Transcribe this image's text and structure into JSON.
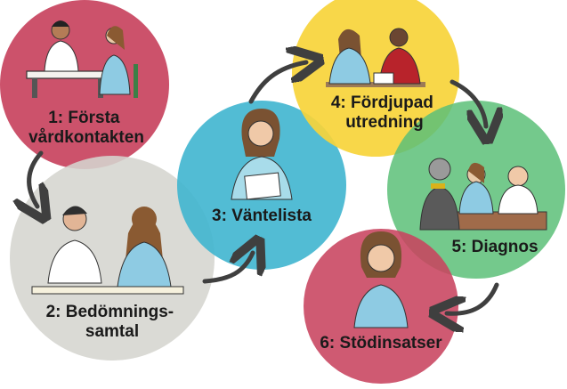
{
  "steps": [
    {
      "label_lines": [
        "1: Första",
        "vårdkontakten"
      ],
      "color": "#c8435e"
    },
    {
      "label_lines": [
        "2: Bedömnings-",
        "samtal"
      ],
      "color": "#d5d5cf"
    },
    {
      "label_lines": [
        "3: Väntelista"
      ],
      "color": "#3fb5cf"
    },
    {
      "label_lines": [
        "4: Fördjupad",
        "utredning"
      ],
      "color": "#f7d43a"
    },
    {
      "label_lines": [
        "5: Diagnos"
      ],
      "color": "#5cbf78"
    },
    {
      "label_lines": [
        "6: Stödinsatser"
      ],
      "color": "#c8435e"
    }
  ],
  "arrow_color": "#3f3f3f",
  "icons": [
    "clinician-patient-illustration",
    "interview-illustration",
    "person-reading-letter-illustration",
    "doctor-consultation-illustration",
    "team-meeting-illustration",
    "person-smiling-illustration"
  ]
}
